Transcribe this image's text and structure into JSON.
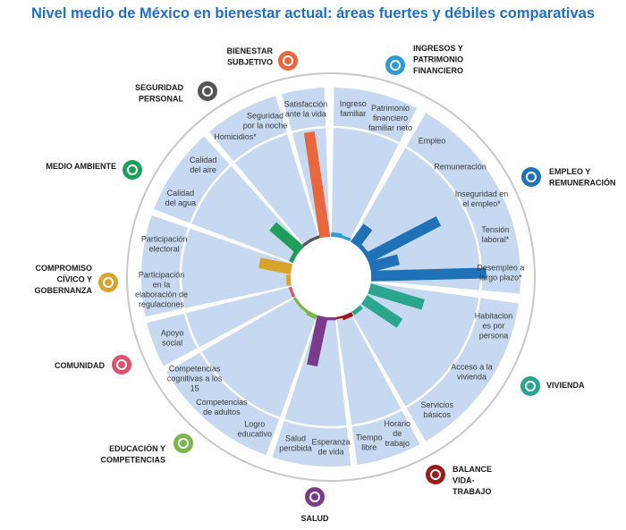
{
  "chart_data": {
    "type": "radial-bar",
    "title": "Nivel medio de México en bienestar actual: áreas fuertes y débiles comparativas",
    "value_range": [
      0,
      10
    ],
    "dimensions": [
      {
        "name": "INGRESOS Y\nPATRIMONIO\nFINANCIERO",
        "color": "#2e9ad8",
        "icon": "money-icon",
        "indicators": [
          {
            "label": "Ingreso\nfamiliar",
            "value": 0.3
          },
          {
            "label": "Patrimonio\nfinanciero\nfamiliar neto",
            "value": 0.2
          }
        ]
      },
      {
        "name": "EMPLEO Y\nREMUNERACIÓN",
        "color": "#1f72b8",
        "icon": "briefcase-icon",
        "indicators": [
          {
            "label": "Empleo",
            "value": 1.5
          },
          {
            "label": "Remuneración",
            "value": 0.3
          },
          {
            "label": "Inseguridad en\nel empleo*",
            "value": 5.5
          },
          {
            "label": "Tensión\nlaboral*",
            "value": 2.0
          },
          {
            "label": "Desempleo a\nlargo plazo*",
            "value": 7.8
          }
        ]
      },
      {
        "name": "VIVIENDA",
        "color": "#2aa58e",
        "icon": "house-icon",
        "indicators": [
          {
            "label": "Habitacion\nes por\npersona",
            "value": 3.8
          },
          {
            "label": "Acceso a la\nvivienda",
            "value": 2.9
          },
          {
            "label": "Servicios\nbásicos",
            "value": 0.3
          }
        ]
      },
      {
        "name": "BALANCE\nVIDA-\nTRABAJO",
        "color": "#9b1c1c",
        "icon": "scales-icon",
        "indicators": [
          {
            "label": "Horario\nde\ntrabajo",
            "value": 0.3
          },
          {
            "label": "Tiempo\nlibre",
            "value": 0.1
          }
        ]
      },
      {
        "name": "SALUD",
        "color": "#7b3b8c",
        "icon": "cross-icon",
        "indicators": [
          {
            "label": "Esperanza\nde vida",
            "value": 0.2
          },
          {
            "label": "Salud\npercibida",
            "value": 3.4
          }
        ]
      },
      {
        "name": "EDUCACIÓN Y\nCOMPETENCIAS",
        "color": "#7ab648",
        "icon": "book-icon",
        "indicators": [
          {
            "label": "Logro\neducativo",
            "value": 0.3
          },
          {
            "label": "Competencias\nde adultos",
            "value": 0.2
          },
          {
            "label": "Competencias\ncognitivas a los\n15",
            "value": 0.2
          }
        ]
      },
      {
        "name": "COMUNIDAD",
        "color": "#e0526b",
        "icon": "people-icon",
        "indicators": [
          {
            "label": "Apoyo\nsocial",
            "value": 0.2
          }
        ]
      },
      {
        "name": "COMPROMISO\nCÍVICO Y\nGOBERNANZA",
        "color": "#d9a42b",
        "icon": "ballot-icon",
        "indicators": [
          {
            "label": "Participación\nen la\nelaboración de\nregulaciones",
            "value": 0.3
          },
          {
            "label": "Participación\nelectoral",
            "value": 2.2
          }
        ]
      },
      {
        "name": "MEDIO AMBIENTE",
        "color": "#1f9e5a",
        "icon": "tree-icon",
        "indicators": [
          {
            "label": "Calidad\ndel agua",
            "value": 0.3
          },
          {
            "label": "Calidad\ndel aire",
            "value": 2.5
          }
        ]
      },
      {
        "name": "SEGURIDAD\nPERSONAL",
        "color": "#555555",
        "icon": "running-person-icon",
        "indicators": [
          {
            "label": "Homicidios*",
            "value": 0.2
          },
          {
            "label": "Seguridad\npor la noche",
            "value": 0.2
          }
        ]
      },
      {
        "name": "BIENESTAR\nSUBJETIVO",
        "color": "#e8673c",
        "icon": "heart-icon",
        "indicators": [
          {
            "label": "Satisfacción\nante la vida",
            "value": 7.2
          }
        ]
      }
    ]
  }
}
